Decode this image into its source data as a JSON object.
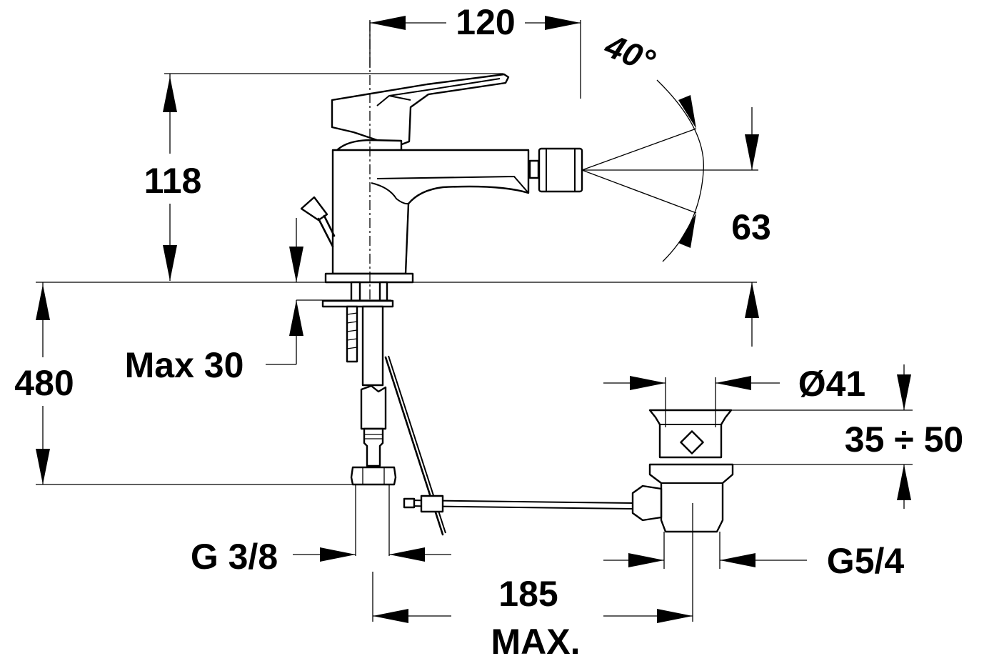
{
  "labels": {
    "width_top": "120",
    "angle": "40°",
    "height_body": "118",
    "spout_height": "63",
    "max_thickness": "Max 30",
    "hose_length": "480",
    "waste_diameter": "Ø41",
    "waste_range": "35 ÷ 50",
    "inlet_thread": "G 3/8",
    "waste_thread": "G5/4",
    "reach": "185",
    "reach_note": "MAX."
  }
}
